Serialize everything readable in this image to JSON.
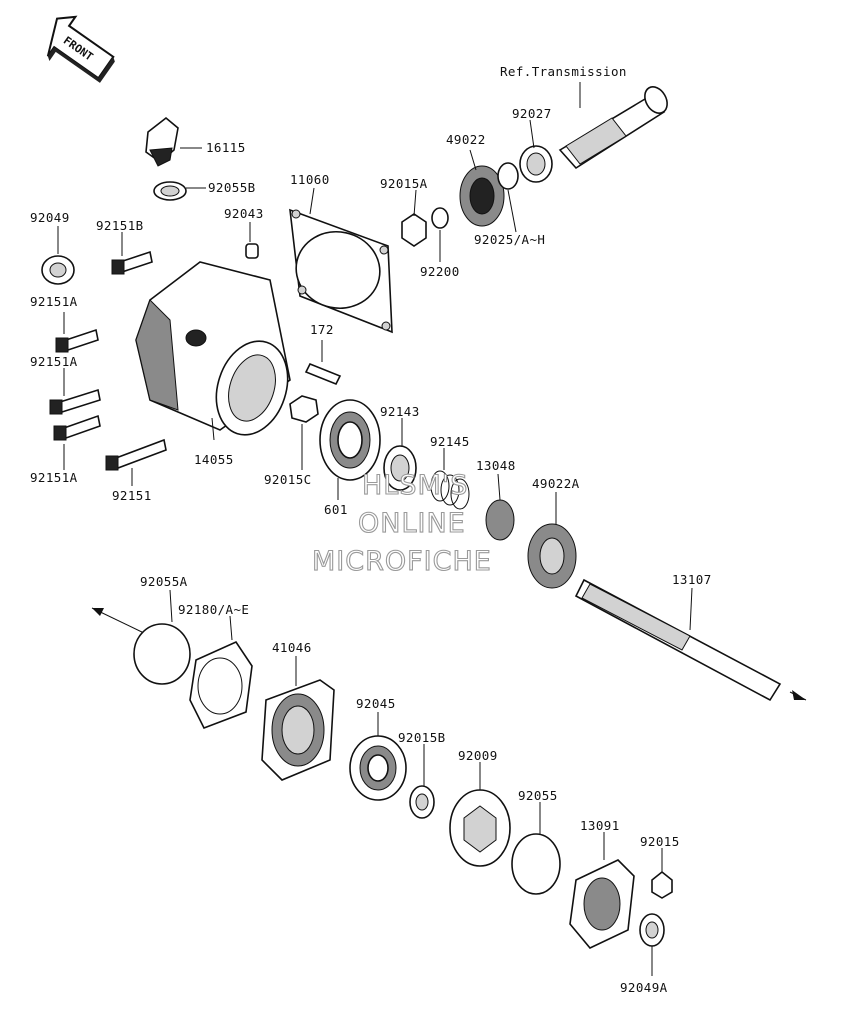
{
  "front_badge": "FRONT",
  "reference": "Ref.Transmission",
  "watermark": [
    "HLSM'S",
    "ONLINE",
    "MICROFICHE"
  ],
  "labels": {
    "p16115": "16115",
    "p92055B": "92055B",
    "p11060": "11060",
    "p92015A": "92015A",
    "p49022": "49022",
    "p92027": "92027",
    "p92049": "92049",
    "p92151B": "92151B",
    "p92043": "92043",
    "p92200": "92200",
    "p92025": "92025/A~H",
    "p92151A_1": "92151A",
    "p172": "172",
    "p92151A_2": "92151A",
    "p92143": "92143",
    "p92145": "92145",
    "p13048": "13048",
    "p49022A": "49022A",
    "p14055": "14055",
    "p92151A_3": "92151A",
    "p92015C": "92015C",
    "p92151": "92151",
    "p601": "601",
    "p13107": "13107",
    "p92055A": "92055A",
    "p92180": "92180/A~E",
    "p41046": "41046",
    "p92045": "92045",
    "p92015B": "92015B",
    "p92009": "92009",
    "p92055": "92055",
    "p13091": "13091",
    "p92015": "92015",
    "p92049A": "92049A"
  }
}
